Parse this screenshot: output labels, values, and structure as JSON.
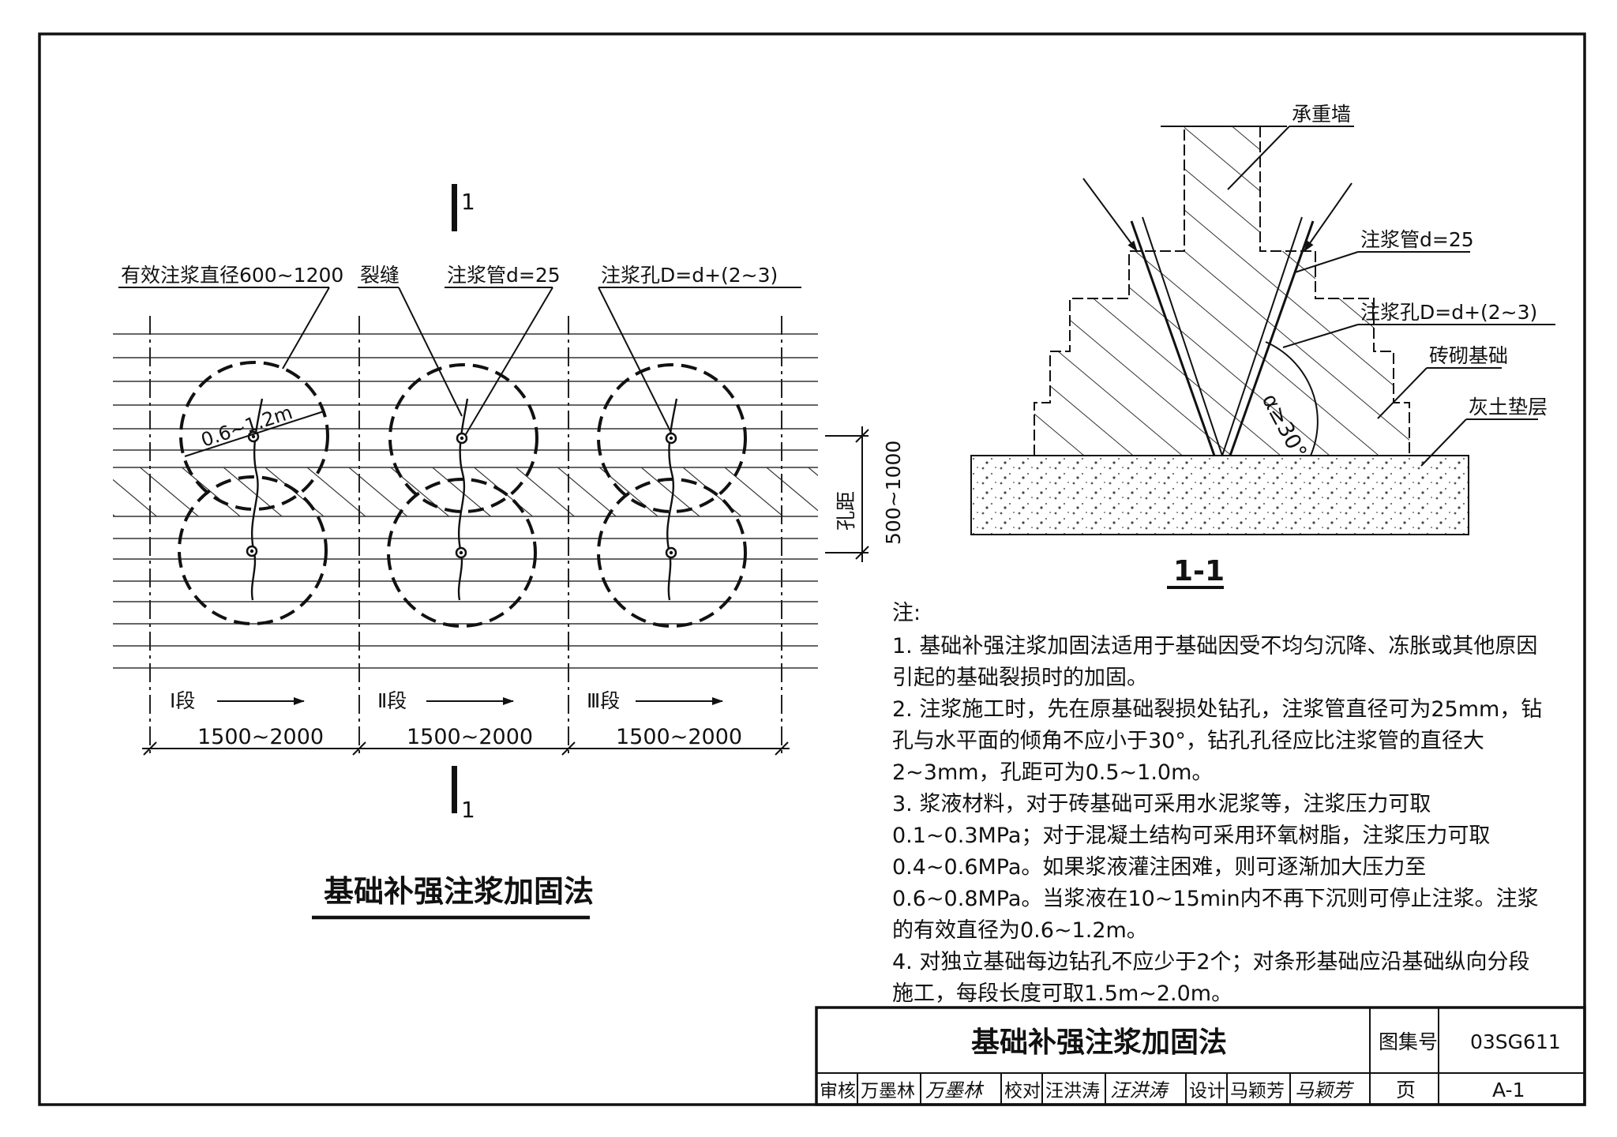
{
  "plan": {
    "label_effective_diameter": "有效注浆直径600~1200",
    "label_crack": "裂缝",
    "label_pipe": "注浆管d=25",
    "label_hole": "注浆孔D=d+(2~3)",
    "label_radius": "0.6~1.2m",
    "label_spacing_title": "孔距",
    "label_spacing_value": "500~1000",
    "section_marker_top": "1",
    "section_marker_bottom": "1",
    "segments": [
      {
        "label": "Ⅰ段",
        "length": "1500~2000"
      },
      {
        "label": "Ⅱ段",
        "length": "1500~2000"
      },
      {
        "label": "Ⅲ段",
        "length": "1500~2000"
      }
    ],
    "title": "基础补强注浆加固法"
  },
  "section": {
    "label_wall": "承重墙",
    "label_pipe": "注浆管d=25",
    "label_hole": "注浆孔D=d+(2~3)",
    "label_brick": "砖砌基础",
    "label_cushion": "灰土垫层",
    "label_angle": "α≥30°",
    "title": "1-1"
  },
  "notes": {
    "heading": "注:",
    "items": [
      "1. 基础补强注浆加固法适用于基础因受不均匀沉降、冻胀或其他原因引起的基础裂损时的加固。",
      "2. 注浆施工时，先在原基础裂损处钻孔，注浆管直径可为25mm，钻孔与水平面的倾角不应小于30°，钻孔孔径应比注浆管的直径大2~3mm，孔距可为0.5~1.0m。",
      "3. 浆液材料，对于砖基础可采用水泥浆等，注浆压力可取0.1~0.3MPa；对于混凝土结构可采用环氧树脂，注浆压力可取0.4~0.6MPa。如果浆液灌注困难，则可逐渐加大压力至0.6~0.8MPa。当浆液在10~15min内不再下沉则可停止注浆。注浆的有效直径为0.6~1.2m。",
      "4. 对独立基础每边钻孔不应少于2个；对条形基础应沿基础纵向分段施工，每段长度可取1.5m~2.0m。"
    ]
  },
  "title_block": {
    "title": "基础补强注浆加固法",
    "atlas_label": "图集号",
    "atlas_value": "03SG611",
    "page_label": "页",
    "page_value": "A-1",
    "review_label": "审核",
    "reviewer": "万墨林",
    "reviewer_signature": "万墨林",
    "check_label": "校对",
    "checker": "汪洪涛",
    "checker_signature": "汪洪涛",
    "design_label": "设计",
    "designer": "马颖芳",
    "designer_signature": "马颖芳"
  }
}
